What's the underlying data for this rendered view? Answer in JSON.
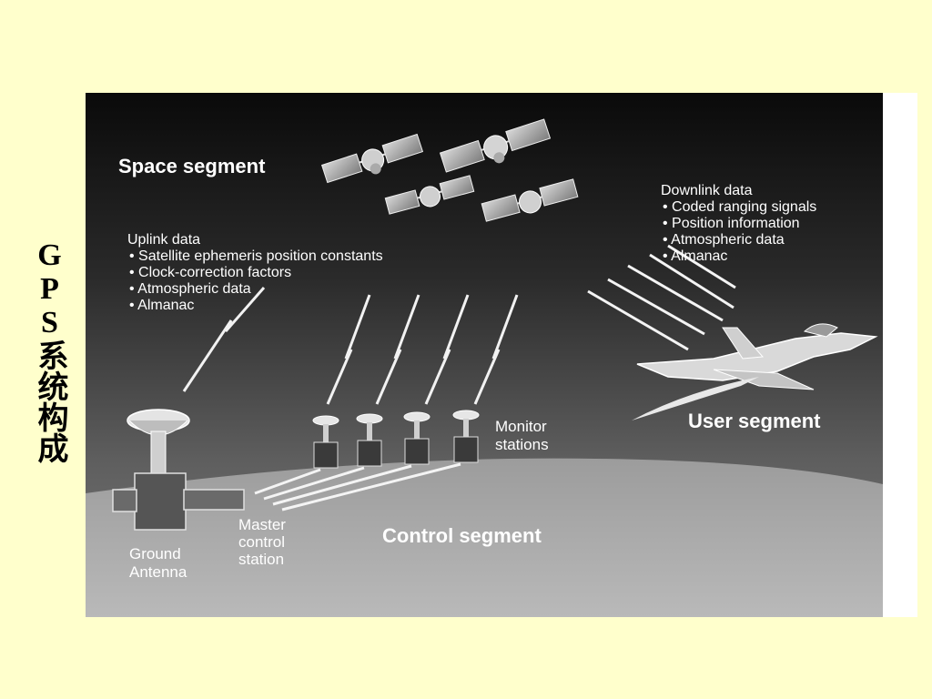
{
  "side_title": "GPS系统构成",
  "segments": {
    "space": "Space segment",
    "user": "User segment",
    "control": "Control segment"
  },
  "uplink": {
    "heading": "Uplink data",
    "items": [
      "• Satellite ephemeris position constants",
      "• Clock-correction factors",
      "• Atmospheric data",
      "• Almanac"
    ]
  },
  "downlink": {
    "heading": "Downlink data",
    "items": [
      "• Coded ranging signals",
      "• Position information",
      "• Atmospheric data",
      "• Almanac"
    ]
  },
  "monitor_label": [
    "Monitor",
    "stations"
  ],
  "master_label": [
    "Master",
    "control",
    "station"
  ],
  "ground_label": [
    "Ground",
    "Antenna"
  ]
}
